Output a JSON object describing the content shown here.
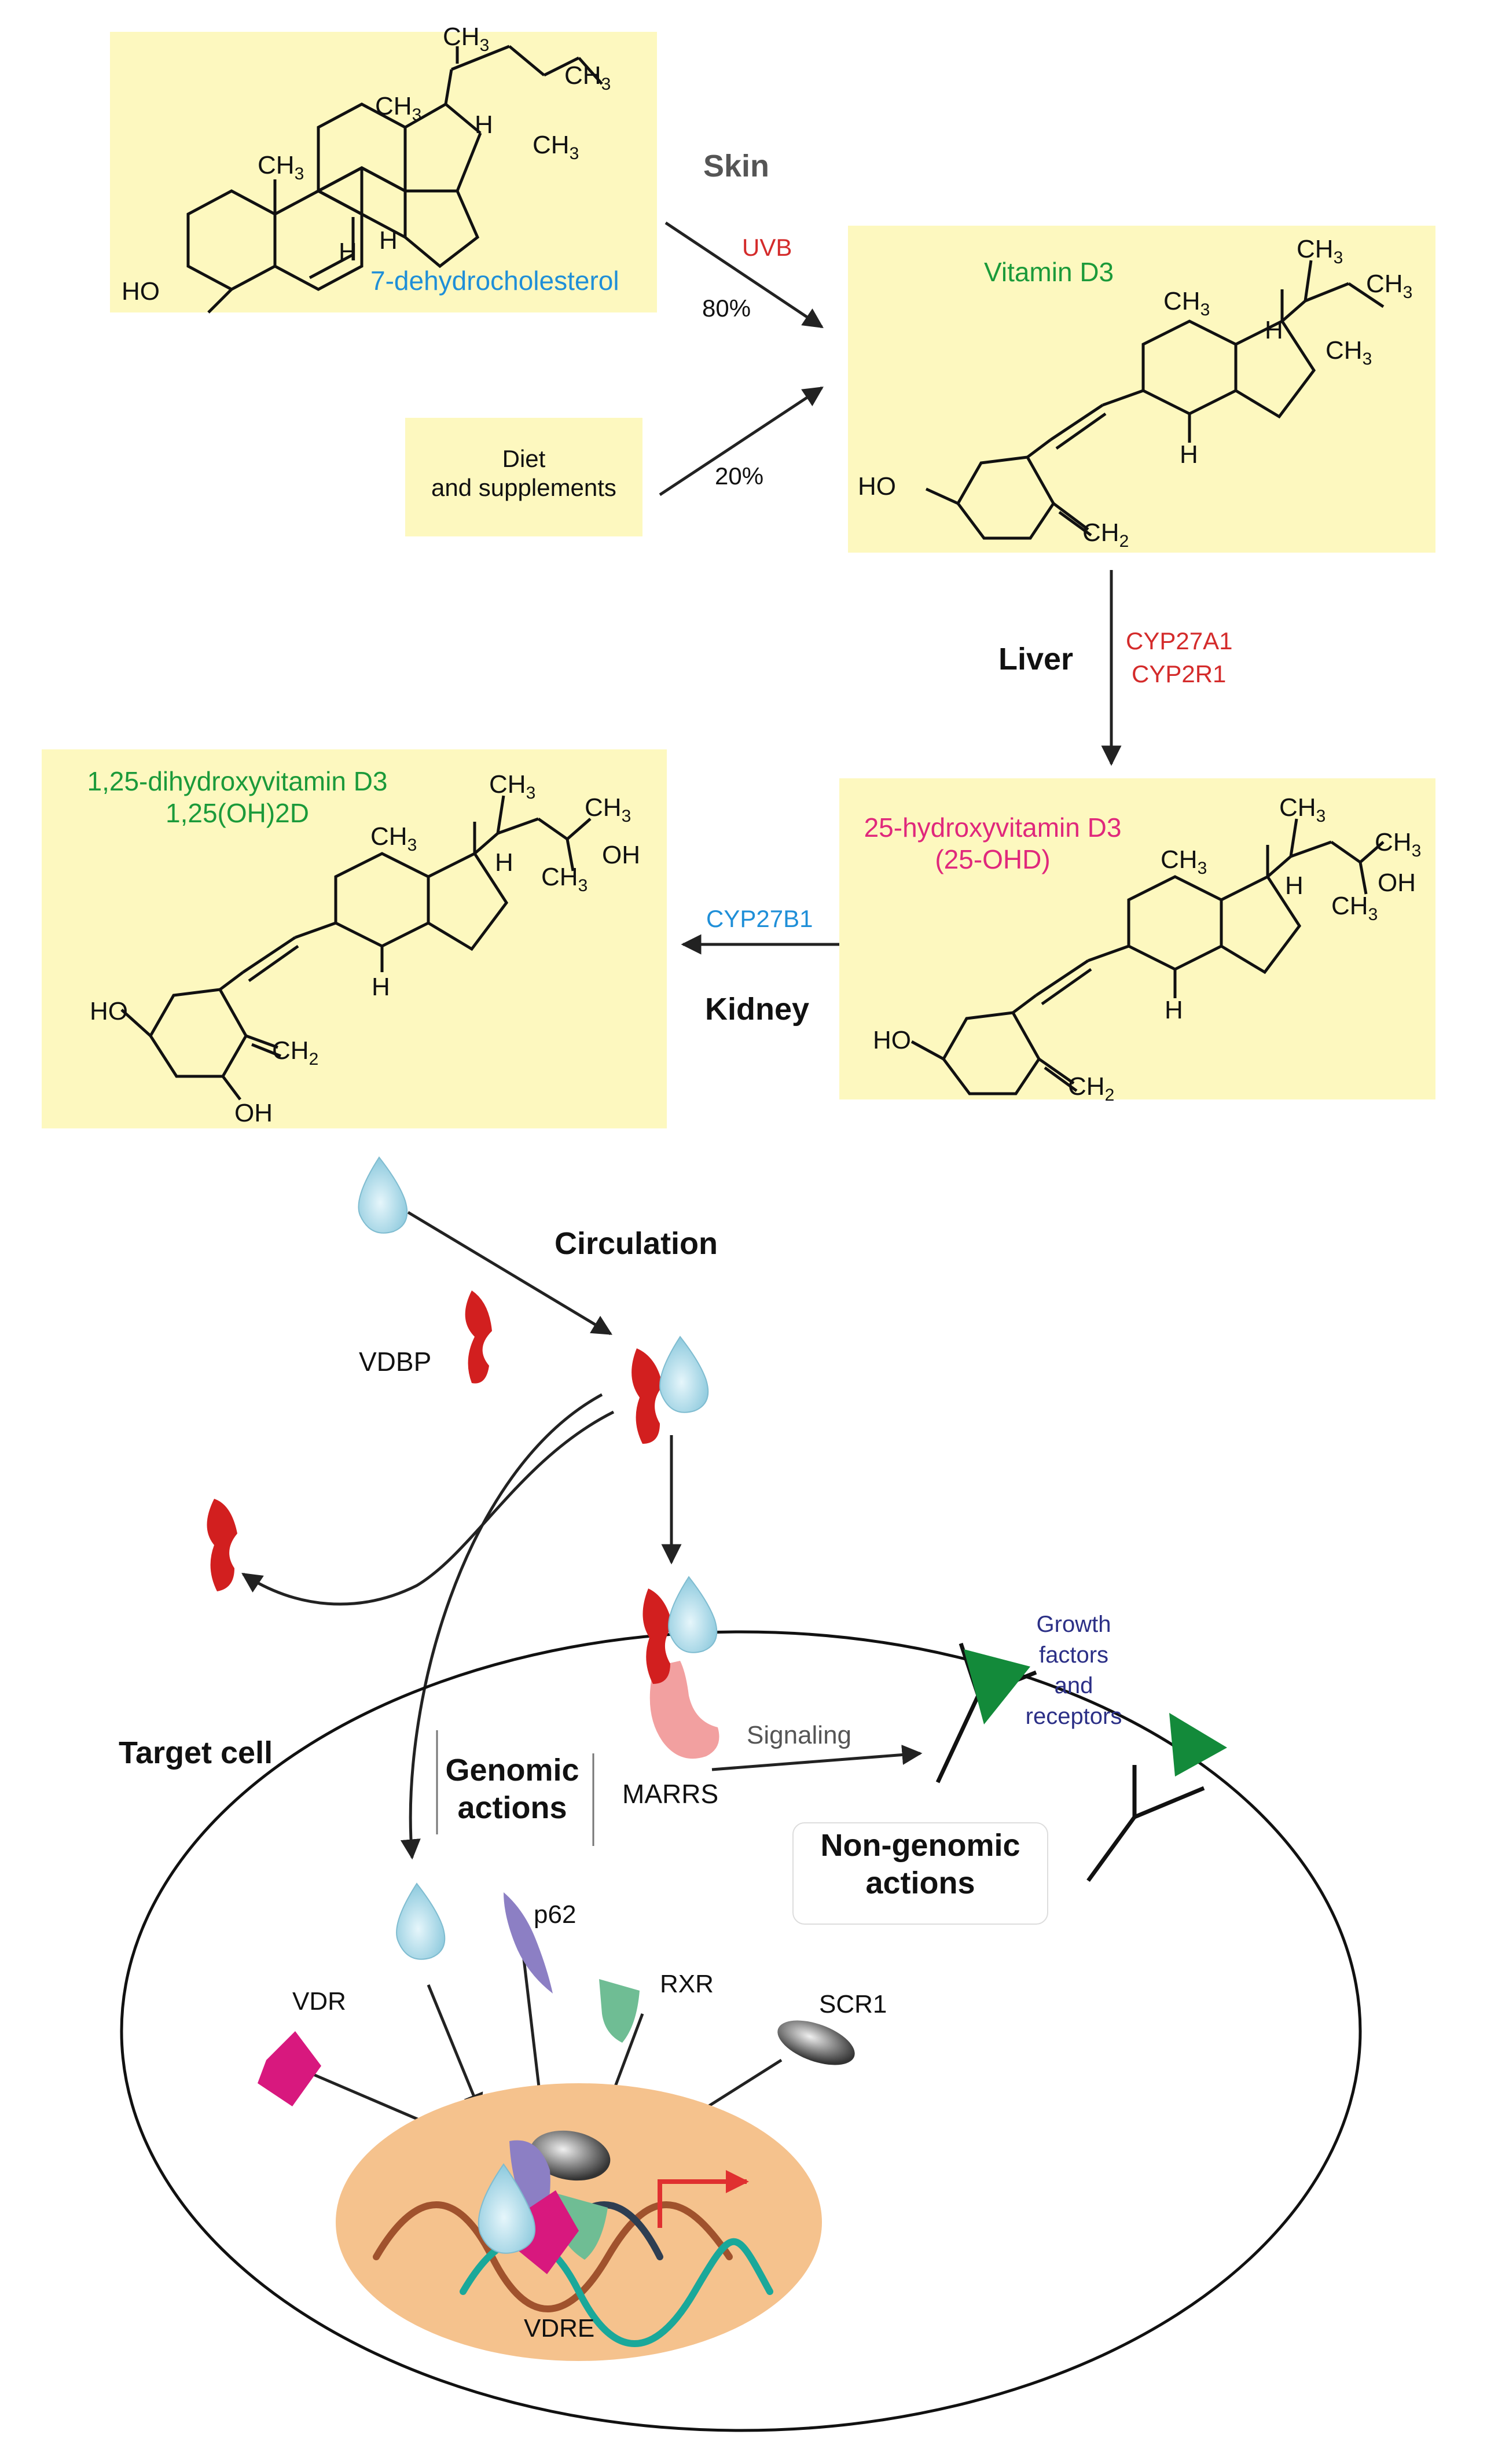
{
  "colors": {
    "box_fill": "#fdf8bf",
    "red_label": "#d42b2b",
    "blue_label": "#1f8fd8",
    "green_label": "#1b9a3a",
    "magenta_label": "#e0287c",
    "navy_label": "#2b2f86",
    "gray_label": "#555555",
    "vdbp": "#d21f1f",
    "drop": "#9fd3e4",
    "marrs": "#f2a0a0",
    "nucleus": "#f5c28d",
    "vdr": "#d8187e",
    "p62": "#8c7fc4",
    "rxr": "#6fbd94",
    "scr1": "#555555",
    "growth_factor": "#138a3a",
    "dna_brown": "#a0522d",
    "dna_teal": "#1aa89a",
    "dna_navy": "#2e3e52",
    "transcription_arrow": "#e03030"
  },
  "molecules": {
    "dehydro": {
      "name": "7-dehydrocholesterol",
      "ho": "HO",
      "h": "H",
      "me": "CH",
      "me_sub": "3"
    },
    "vitd3": {
      "name": "Vitamin D3",
      "ho": "HO",
      "h": "H",
      "me": "CH",
      "me_sub": "3",
      "ch2": "CH",
      "ch2_sub": "2"
    },
    "ohd25": {
      "name_line1": "25-hydroxyvitamin D3",
      "name_line2": "(25-OHD)",
      "ho": "HO",
      "oh": "OH",
      "h": "H",
      "me": "CH",
      "me_sub": "3",
      "ch2": "CH",
      "ch2_sub": "2"
    },
    "dihydroxy": {
      "name_line1": "1,25-dihydroxyvitamin D3",
      "name_line2": "1,25(OH)2D",
      "ho": "HO",
      "oh": "OH",
      "h": "H",
      "me": "CH",
      "me_sub": "3",
      "ch2": "CH",
      "ch2_sub": "2"
    }
  },
  "diet": {
    "line1": "Diet",
    "line2": "and supplements"
  },
  "pathway": {
    "skin": "Skin",
    "uvb": "UVB",
    "skin_pct": "80%",
    "diet_pct": "20%",
    "liver": "Liver",
    "liver_enzyme_1": "CYP27A1",
    "liver_enzyme_2": "CYP2R1",
    "kidney": "Kidney",
    "kidney_enzyme": "CYP27B1",
    "circulation": "Circulation"
  },
  "cell": {
    "vdbp": "VDBP",
    "target_cell": "Target cell",
    "genomic_line1": "Genomic",
    "genomic_line2": "actions",
    "marrs": "MARRS",
    "signaling": "Signaling",
    "non_genomic_line1": "Non-genomic",
    "non_genomic_line2": "actions",
    "growth_line1": "Growth",
    "growth_line2": "factors",
    "growth_line3": "and",
    "growth_line4": "receptors",
    "p62": "p62",
    "rxr": "RXR",
    "scr1": "SCR1",
    "vdr": "VDR",
    "vdre": "VDRE"
  }
}
